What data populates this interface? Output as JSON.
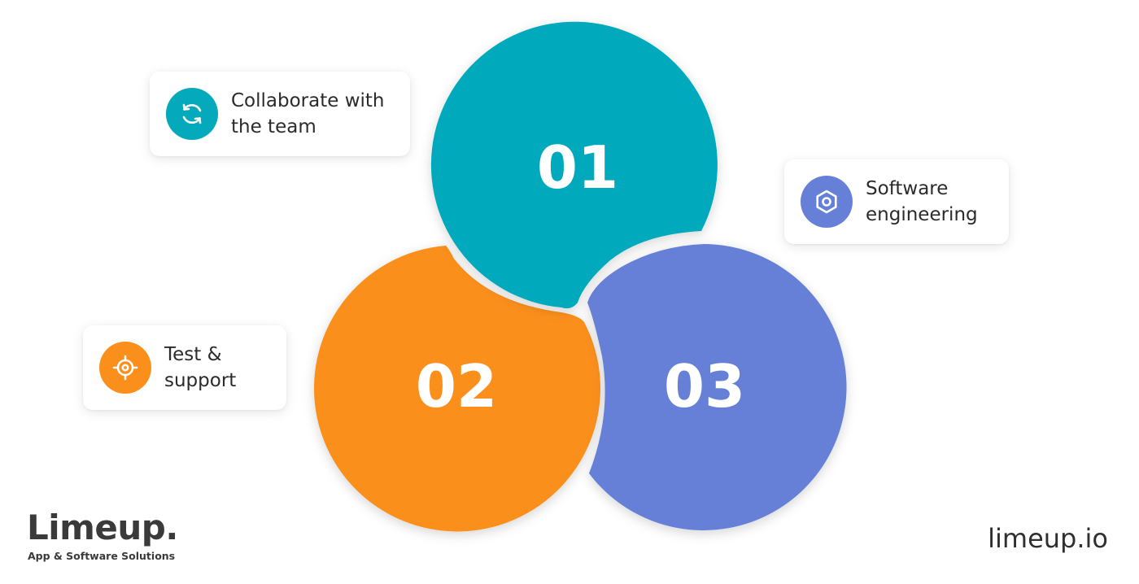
{
  "segments": [
    {
      "number": "01",
      "label": "Collaborate with the team",
      "color": "#04a9bb",
      "icon": "refresh-icon"
    },
    {
      "number": "02",
      "label": "Test & support",
      "color": "#fb8f1c",
      "icon": "target-icon"
    },
    {
      "number": "03",
      "label": "Software engineering",
      "color": "#6680d8",
      "icon": "hexagon-nut-icon"
    }
  ],
  "cards": {
    "collaborate": {
      "line1": "Collaborate with",
      "line2": "the team"
    },
    "engineering": {
      "line1": "Software",
      "line2": "engineering"
    },
    "test": {
      "line1": "Test &",
      "line2": "support"
    }
  },
  "brand": {
    "name": "Limeup.",
    "tagline": "App & Software Solutions",
    "site": "limeup.io"
  }
}
